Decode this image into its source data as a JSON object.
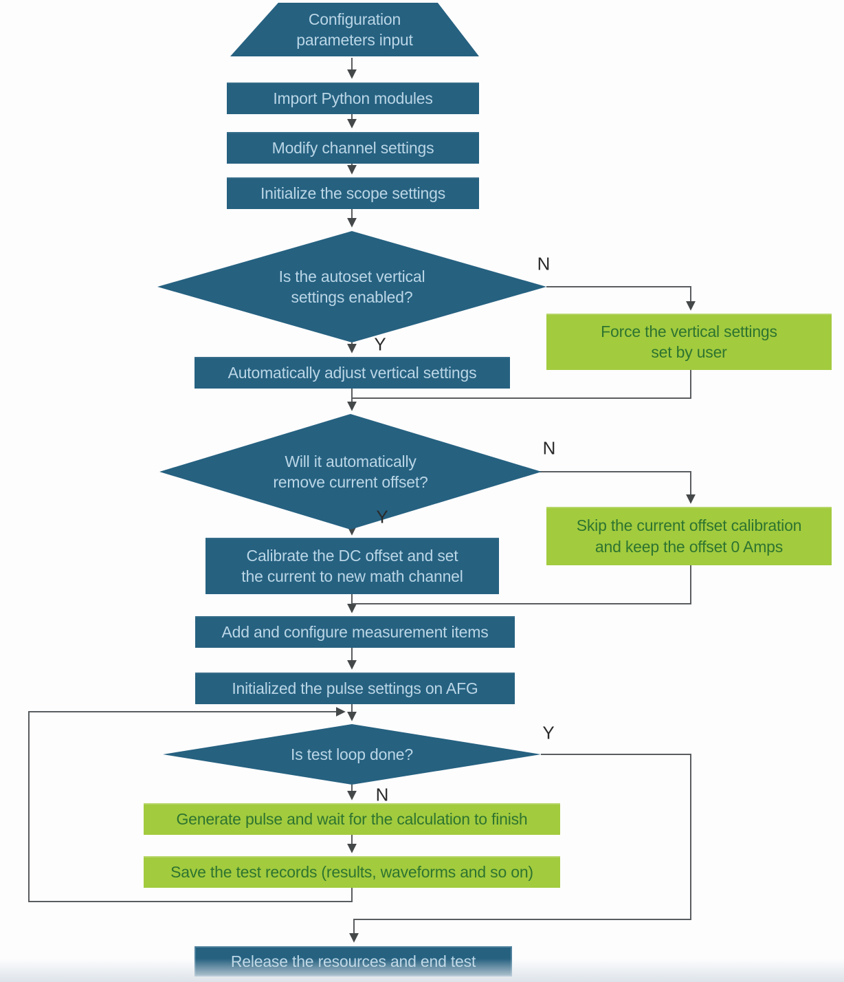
{
  "flow": {
    "colors": {
      "blue": "#266180",
      "green": "#a2cb3e",
      "blue_text": "#bad6e6",
      "green_text": "#2e7430",
      "line": "#595c5e",
      "label": "#2a2a2a",
      "page": "#fdfdfe"
    },
    "labels": {
      "yes": "Y",
      "no": "N"
    },
    "nodes": {
      "config_input": "Configuration\nparameters input",
      "import_modules": "Import Python modules",
      "modify_channel": "Modify channel settings",
      "init_scope": "Initialize the scope settings",
      "autoset_decision": "Is the autoset vertical\nsettings enabled?",
      "force_vertical": "Force the vertical settings\nset by user",
      "auto_adjust": "Automatically adjust vertical settings",
      "remove_offset_decision": "Will it automatically\nremove current offset?",
      "skip_offset": "Skip the current offset calibration\nand keep the offset 0 Amps",
      "calibrate_dc": "Calibrate the DC offset and set\nthe current to new math channel",
      "add_measurements": "Add and configure measurement items",
      "init_pulse_afg": "Initialized the pulse settings on AFG",
      "test_loop_decision": "Is test loop done?",
      "generate_pulse": "Generate pulse and wait for the calculation to finish",
      "save_records": "Save the test records (results, waveforms and so on)",
      "release_resources": "Release the resources and end test"
    }
  }
}
